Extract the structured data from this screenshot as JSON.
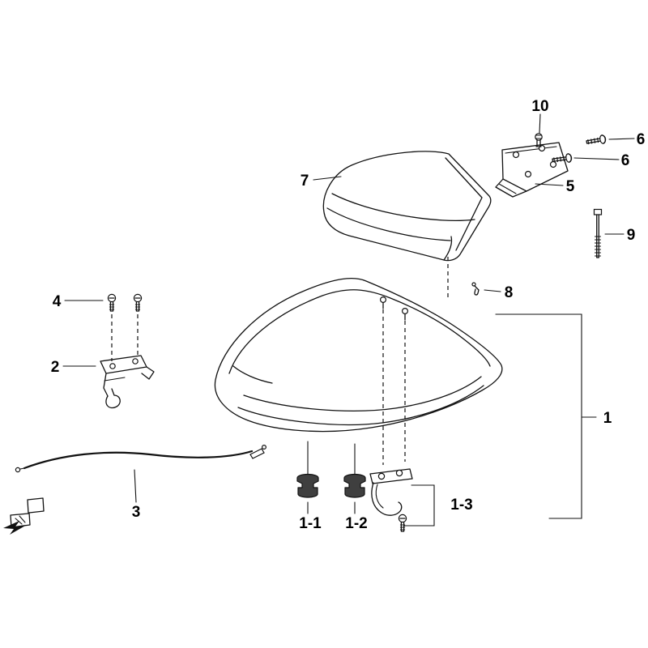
{
  "diagram": {
    "type": "exploded-parts-diagram",
    "subject": "seat-assembly",
    "colors": {
      "background": "#ffffff",
      "line": "#111111",
      "damper_fill": "#3f3f3f"
    },
    "labels": {
      "n10": "10",
      "n6a": "6",
      "n6b": "6",
      "n5": "5",
      "n9": "9",
      "n8": "8",
      "n7": "7",
      "n1": "1",
      "n4": "4",
      "n2": "2",
      "n3": "3",
      "n1_1": "1-1",
      "n1_2": "1-2",
      "n1_3": "1-3"
    }
  }
}
